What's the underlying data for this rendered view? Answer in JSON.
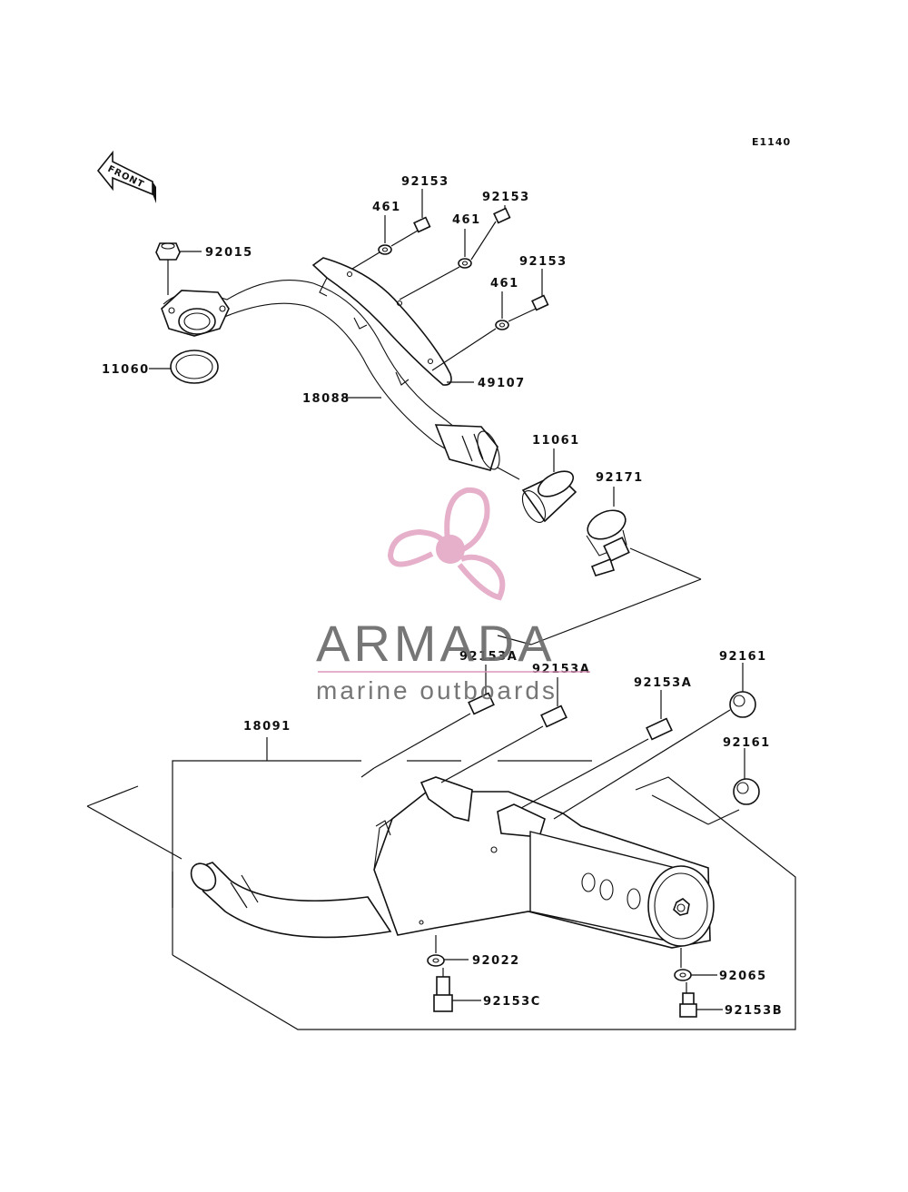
{
  "diagram_code": "E1140",
  "front_arrow": {
    "label": "FRONT",
    "icon": "front-arrow-icon"
  },
  "watermark": {
    "brand": "ARMADA",
    "tagline": "marine outboards",
    "color_text": "#6b6b6b",
    "color_logo": "#e4a9c6",
    "color_rule": "#d98fb4"
  },
  "labels": [
    {
      "id": "p92153-a",
      "text": "92153"
    },
    {
      "id": "p92153-b",
      "text": "92153"
    },
    {
      "id": "p92153-c",
      "text": "92153"
    },
    {
      "id": "p461-a",
      "text": "461"
    },
    {
      "id": "p461-b",
      "text": "461"
    },
    {
      "id": "p461-c",
      "text": "461"
    },
    {
      "id": "p92015",
      "text": "92015"
    },
    {
      "id": "p11060",
      "text": "11060"
    },
    {
      "id": "p18088",
      "text": "18088"
    },
    {
      "id": "p49107",
      "text": "49107"
    },
    {
      "id": "p11061",
      "text": "11061"
    },
    {
      "id": "p92171",
      "text": "92171"
    },
    {
      "id": "p92153A-a",
      "text": "92153A"
    },
    {
      "id": "p92153A-b",
      "text": "92153A"
    },
    {
      "id": "p92153A-c",
      "text": "92153A"
    },
    {
      "id": "p92161-a",
      "text": "92161"
    },
    {
      "id": "p92161-b",
      "text": "92161"
    },
    {
      "id": "p18091",
      "text": "18091"
    },
    {
      "id": "p92022",
      "text": "92022"
    },
    {
      "id": "p92153C",
      "text": "92153C"
    },
    {
      "id": "p92065",
      "text": "92065"
    },
    {
      "id": "p92153B",
      "text": "92153B"
    }
  ]
}
